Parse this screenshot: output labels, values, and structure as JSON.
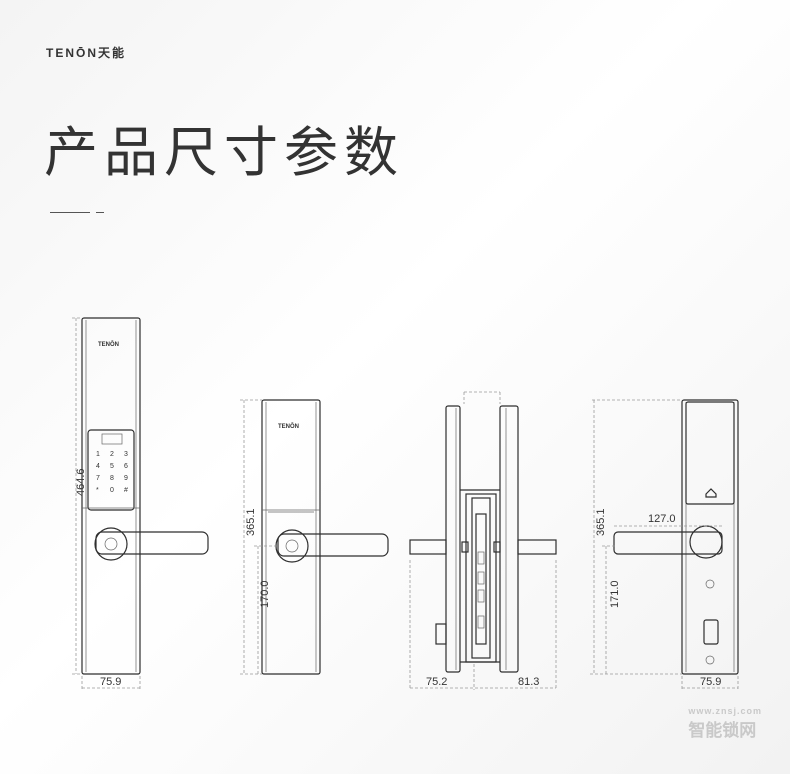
{
  "brand": {
    "logo": "TENŌN天能"
  },
  "title": "产品尺寸参数",
  "lock_brand": "TENŌN",
  "keypad": [
    "1",
    "2",
    "3",
    "4",
    "5",
    "6",
    "7",
    "8",
    "9",
    "*",
    "0",
    "#"
  ],
  "dimensions": {
    "front_height": "464.6",
    "front_width": "75.9",
    "side_height": "365.1",
    "side_lower": "170.0",
    "left_lever": "75.2",
    "right_lever": "81.3",
    "back_height": "365.1",
    "back_lower": "171.0",
    "handle_length": "127.0",
    "back_width": "75.9"
  },
  "watermark": {
    "url": "www.znsj.com",
    "name": "智能锁网"
  }
}
